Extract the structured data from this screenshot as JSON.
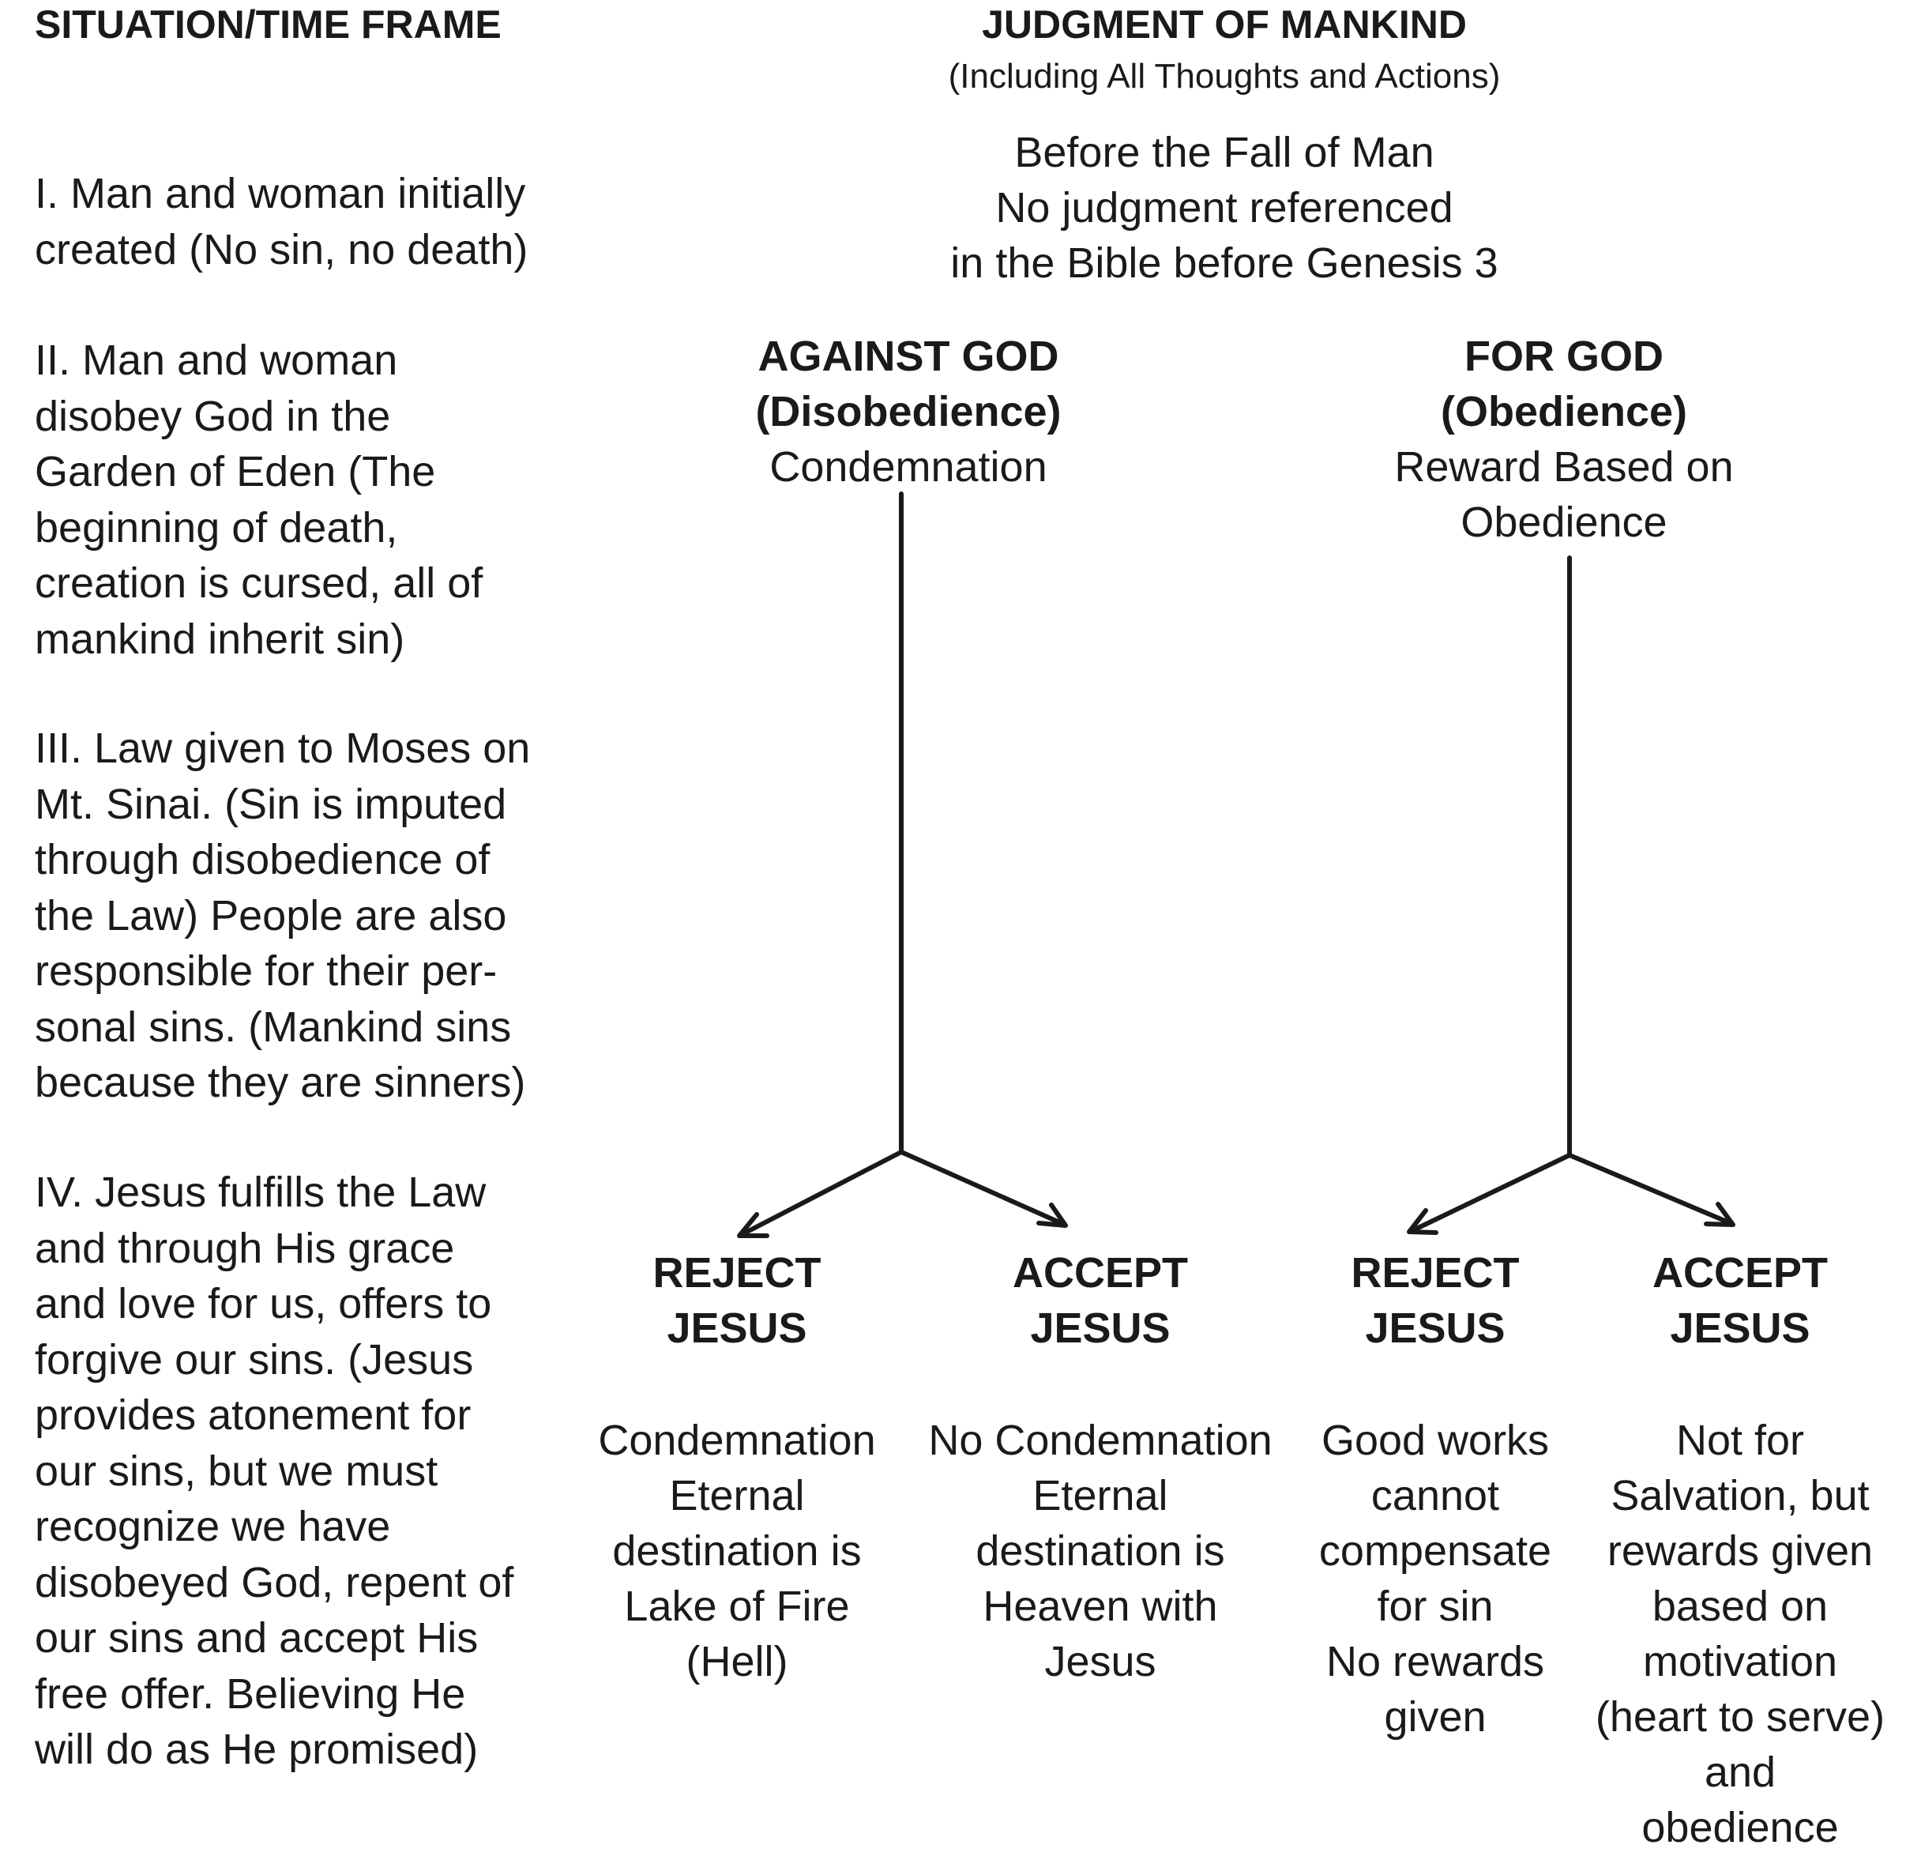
{
  "left_column": {
    "heading": "SITUATION/TIME FRAME",
    "items": [
      [
        "I. Man and woman initially",
        "created (No sin, no death)"
      ],
      [
        "II. Man and woman",
        "disobey God in the",
        "Garden of Eden (The",
        "beginning of death,",
        "creation is cursed, all of",
        "mankind inherit sin)"
      ],
      [
        "III. Law given to Moses on",
        "Mt. Sinai. (Sin is imputed",
        "through disobedience of",
        "the Law) People are also",
        "responsible for their per-",
        "sonal sins. (Mankind sins",
        "because they are sinners)"
      ],
      [
        "IV. Jesus fulfills the Law",
        "and through His grace",
        "and love for us, offers to",
        "forgive our sins. (Jesus",
        "provides atonement for",
        "our sins, but we must",
        "recognize we have",
        "disobeyed God, repent of",
        "our sins and accept His",
        "free offer. Believing He",
        "will do as He promised)"
      ]
    ]
  },
  "main": {
    "title": "JUDGMENT OF MANKIND",
    "subtitle": "(Including All Thoughts and Actions)",
    "before_fall": [
      "Before the Fall of Man",
      "No judgment referenced",
      "in the Bible before Genesis 3"
    ]
  },
  "branches": {
    "against": {
      "title": "AGAINST GOD",
      "sub": "(Disobedience)",
      "desc": "Condemnation",
      "reject": {
        "label": [
          "REJECT",
          "JESUS"
        ],
        "outcome": [
          "Condemnation",
          "Eternal",
          "destination is",
          "Lake of Fire",
          "(Hell)"
        ]
      },
      "accept": {
        "label": [
          "ACCEPT",
          "JESUS"
        ],
        "outcome": [
          "No Condemnation",
          "Eternal",
          "destination is",
          "Heaven with",
          "Jesus"
        ]
      }
    },
    "for": {
      "title": "FOR GOD",
      "sub": "(Obedience)",
      "desc": [
        "Reward Based on",
        "Obedience"
      ],
      "reject": {
        "label": [
          "REJECT",
          "JESUS"
        ],
        "outcome": [
          "Good works",
          "cannot",
          "compensate",
          "for sin",
          "No rewards",
          "given"
        ]
      },
      "accept": {
        "label": [
          "ACCEPT",
          "JESUS"
        ],
        "outcome": [
          "Not for",
          "Salvation, but",
          "rewards given",
          "based on",
          "motivation",
          "(heart to serve)",
          "and",
          "obedience"
        ]
      }
    }
  }
}
